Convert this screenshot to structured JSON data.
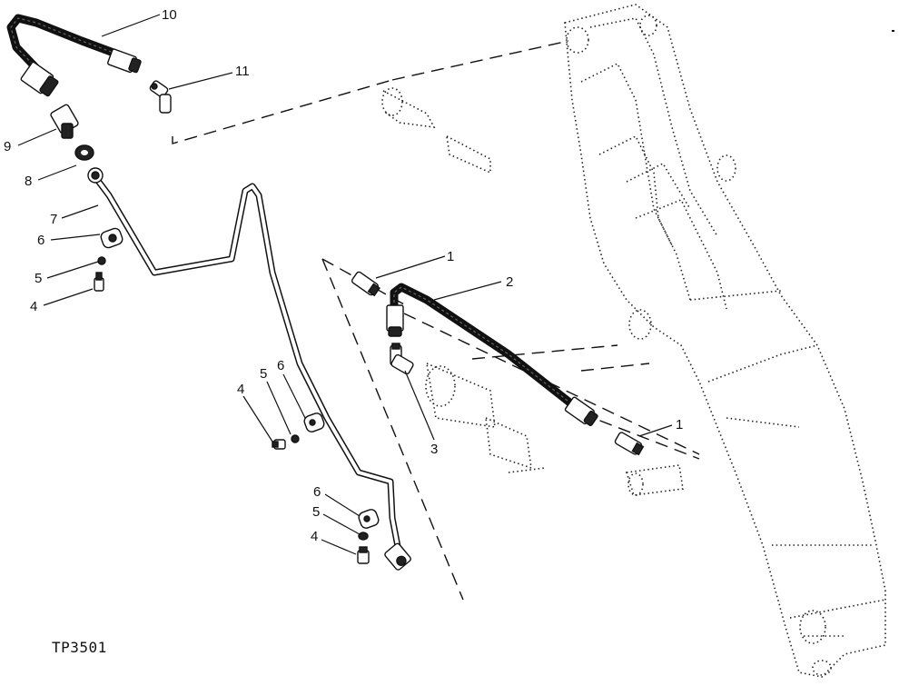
{
  "figure_id": "TP3501",
  "callouts": [
    {
      "key": "c10",
      "text": "10"
    },
    {
      "key": "c11",
      "text": "11"
    },
    {
      "key": "c9",
      "text": "9"
    },
    {
      "key": "c8",
      "text": "8"
    },
    {
      "key": "c7",
      "text": "7"
    },
    {
      "key": "c6a",
      "text": "6"
    },
    {
      "key": "c5a",
      "text": "5"
    },
    {
      "key": "c4a",
      "text": "4"
    },
    {
      "key": "c1a",
      "text": "1"
    },
    {
      "key": "c2",
      "text": "2"
    },
    {
      "key": "c3",
      "text": "3"
    },
    {
      "key": "c1b",
      "text": "1"
    },
    {
      "key": "c4b",
      "text": "4"
    },
    {
      "key": "c5b",
      "text": "5"
    },
    {
      "key": "c6b",
      "text": "6"
    },
    {
      "key": "c6c",
      "text": "6"
    },
    {
      "key": "c5c",
      "text": "5"
    },
    {
      "key": "c4c",
      "text": "4"
    }
  ]
}
